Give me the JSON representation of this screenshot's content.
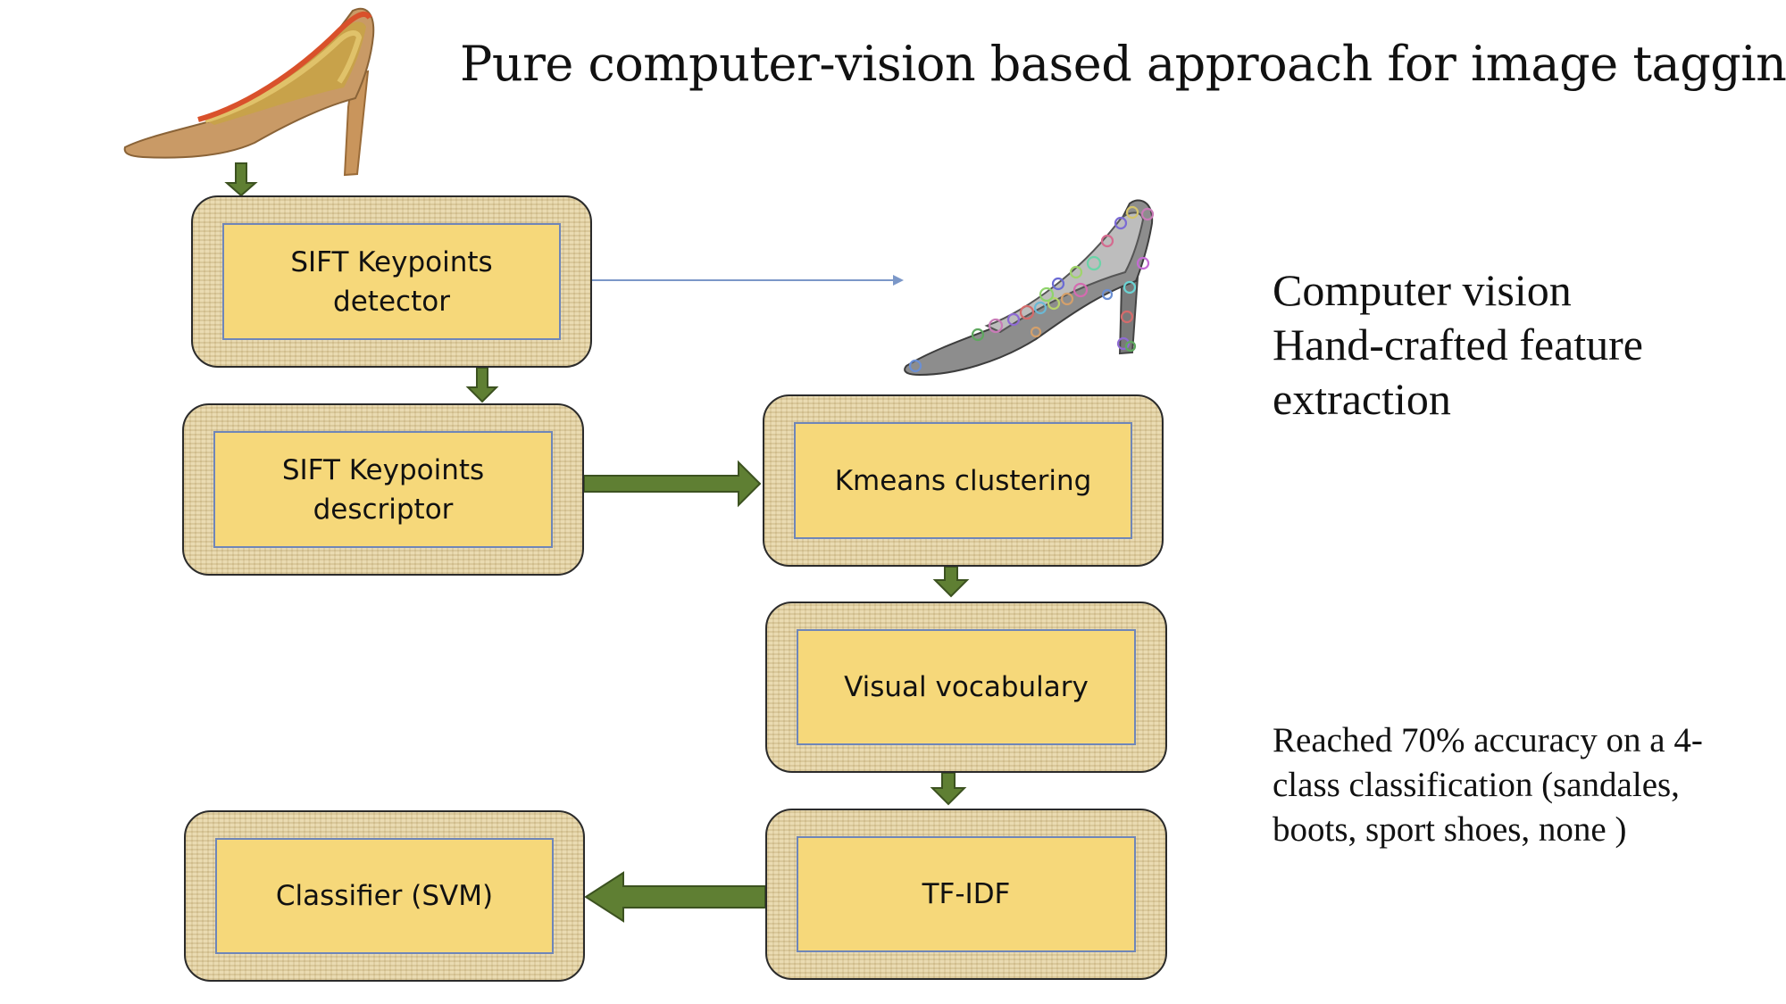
{
  "title": "Pure computer-vision based approach for image tagging",
  "boxes": {
    "sift_detector": "SIFT Keypoints\ndetector",
    "sift_descriptor": "SIFT Keypoints\ndescriptor",
    "kmeans": "Kmeans clustering",
    "visual_vocabulary": "Visual vocabulary",
    "tfidf": "TF-IDF",
    "classifier": "Classifier (SVM)"
  },
  "side_notes": {
    "feature_extraction": "Computer vision\nHand-crafted feature\nextraction",
    "accuracy": "Reached 70% accuracy on a 4-class classification (sandales, boots, sport shoes, none )"
  },
  "images": {
    "input_shoe": "shoe-photo",
    "keypoints_shoe": "shoe-keypoints-visualization"
  },
  "colors": {
    "arrow_fill": "#5f7f33",
    "arrow_stroke": "#3c5220",
    "box_fill": "#f6d87a",
    "box_inner_border": "#6f86b8",
    "connector_line": "#7b97c8"
  }
}
